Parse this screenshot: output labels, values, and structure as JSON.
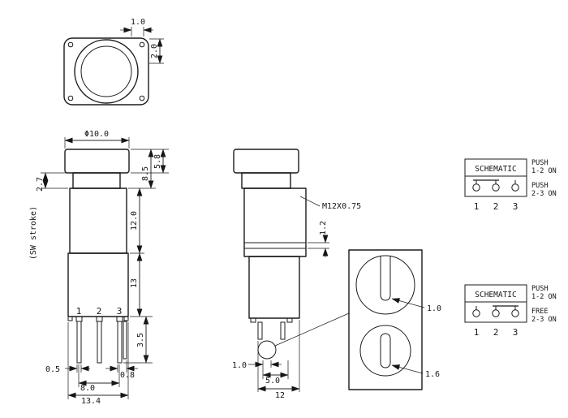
{
  "drawing": {
    "top_view": {
      "dim_tab_w": "1.0",
      "dim_tab_h": "2.0"
    },
    "front_view": {
      "dim_cap_dia": "Φ10.0",
      "dim_cap_h": "5.8",
      "dim_cap_total_h": "8.5",
      "dim_collar_h": "2.7",
      "stroke_note": "(SW stroke)",
      "dim_body_h": "12.0",
      "dim_base_h": "13",
      "dim_pin_len": "3.5",
      "pin_labels": [
        "1",
        "2",
        "3"
      ],
      "dim_pin_w": "0.5",
      "dim_pin_pitch": "8.0",
      "dim_pin_w2": "0.8",
      "dim_base_w": "13.4"
    },
    "side_view": {
      "thread_label": "M12X0.75",
      "dim_plate_t": "1.2",
      "dim_boss": "1.0",
      "dim_pin_pitch": "5.0",
      "dim_row_pitch": "12"
    },
    "detail_view": {
      "dim_slot_a": "1.0",
      "dim_slot_b": "1.6"
    }
  },
  "schematics": [
    {
      "title": "SCHEMATIC",
      "terminals": [
        "1",
        "2",
        "3"
      ],
      "states": [
        {
          "action": "PUSH",
          "result": "1-2 ON"
        },
        {
          "action": "PUSH",
          "result": "2-3 ON"
        }
      ]
    },
    {
      "title": "SCHEMATIC",
      "terminals": [
        "1",
        "2",
        "3"
      ],
      "states": [
        {
          "action": "PUSH",
          "result": "1-2 ON"
        },
        {
          "action": "FREE",
          "result": "2-3 ON"
        }
      ]
    }
  ]
}
